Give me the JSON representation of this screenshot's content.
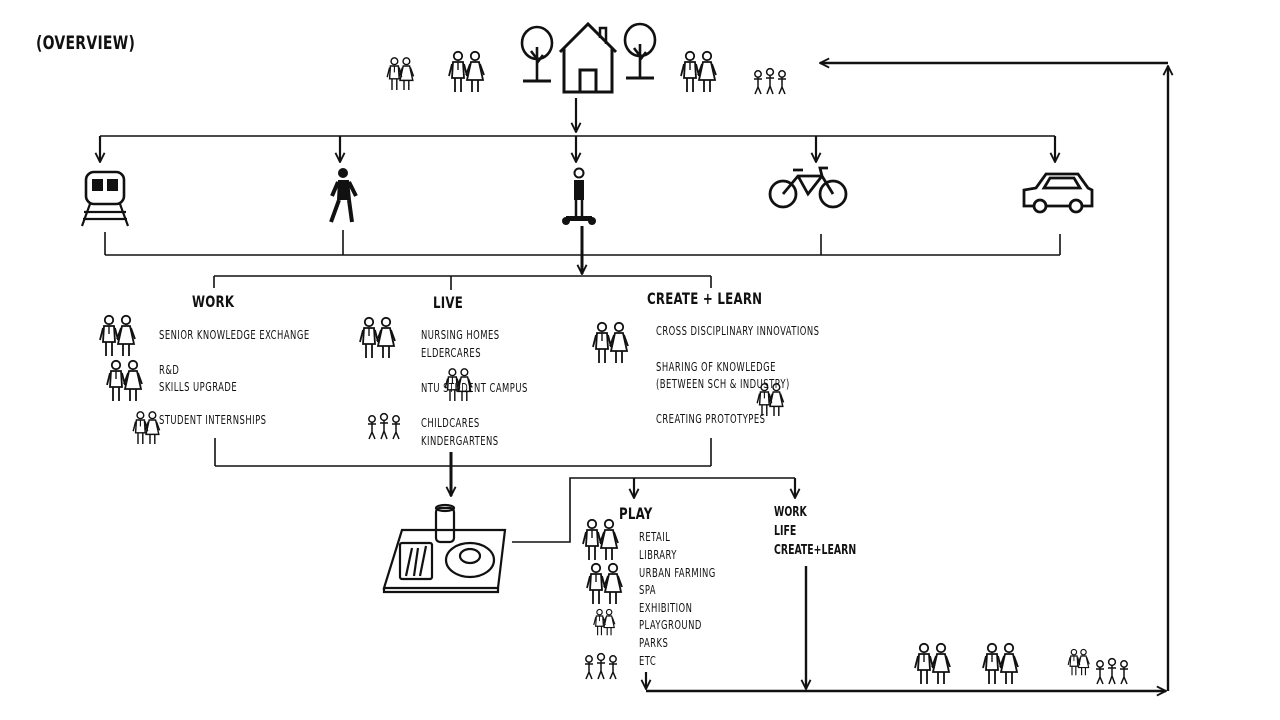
{
  "title": "(OVERVIEW)",
  "work": {
    "heading": "WORK",
    "items": [
      {
        "text": "SENIOR KNOWLEDGE EXCHANGE"
      },
      {
        "text": "R&D"
      },
      {
        "text": "SKILLS UPGRADE"
      },
      {
        "text": "STUDENT INTERNSHIPS"
      }
    ]
  },
  "live": {
    "heading": "LIVE",
    "items": [
      {
        "text": "NURSING HOMES"
      },
      {
        "text": "ELDERCARES"
      },
      {
        "text": "NTU STUDENT CAMPUS"
      },
      {
        "text": "CHILDCARES"
      },
      {
        "text": "KINDERGARTENS"
      }
    ]
  },
  "create_learn": {
    "heading": "CREATE  + LEARN",
    "items": [
      {
        "text": "CROSS DISCIPLINARY INNOVATIONS"
      },
      {
        "text": "SHARING OF KNOWLEDGE"
      },
      {
        "text": "(BETWEEN SCH & INDUSTRY)"
      },
      {
        "text": "CREATING PROTOTYPES"
      }
    ]
  },
  "play": {
    "heading": "PLAY",
    "items": [
      "RETAIL",
      "LIBRARY",
      "URBAN FARMING",
      "SPA",
      "EXHIBITION",
      "PLAYGROUND",
      "PARKS",
      "ETC"
    ]
  },
  "summary": {
    "items": [
      "WORK",
      "LIFE",
      "CREATE+LEARN"
    ]
  },
  "icons": {
    "top_group": [
      "student-pair-icon",
      "adult-pair-icon",
      "tree-icon",
      "house-icon",
      "tree-icon",
      "elderly-pair-icon",
      "children-group-icon"
    ],
    "transport": [
      "train-icon",
      "walking-person-icon",
      "hoverboard-person-icon",
      "bicycle-icon",
      "car-icon"
    ],
    "food": "food-tray-icon",
    "bottom_group": [
      "adult-pair-icon",
      "elderly-pair-icon",
      "student-pair-icon",
      "children-group-icon"
    ]
  }
}
